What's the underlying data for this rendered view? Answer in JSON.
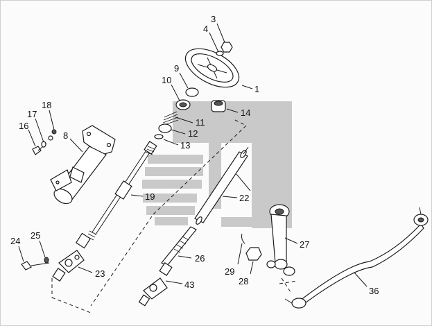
{
  "diagram": {
    "watermark_color": "#c9c9c9",
    "line_color": "#1a1a1a",
    "callouts": {
      "p1": "1",
      "p3": "3",
      "p4": "4",
      "p8": "8",
      "p9": "9",
      "p10": "10",
      "p11": "11",
      "p12": "12",
      "p13": "13",
      "p14": "14",
      "p16": "16",
      "p17": "17",
      "p18": "18",
      "p19": "19",
      "p22": "22",
      "p23": "23",
      "p24": "24",
      "p25": "25",
      "p26": "26",
      "p27": "27",
      "p28": "28",
      "p29": "29",
      "p36": "36",
      "p43": "43"
    }
  }
}
